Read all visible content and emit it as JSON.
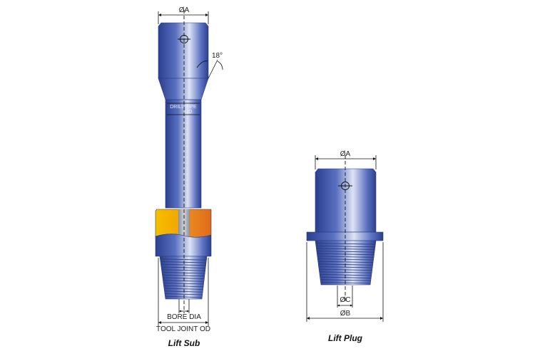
{
  "lift_sub": {
    "caption": "Lift Sub",
    "dim_a": "ØA",
    "angle": "18°",
    "drill_pipe_od_line1": "DRILL PIPE",
    "drill_pipe_od_line2": "OD",
    "bore_dia": "BORE DIA",
    "tool_joint_od": "TOOL JOINT OD"
  },
  "lift_plug": {
    "caption": "Lift Plug",
    "dim_a": "ØA",
    "dim_b": "ØB",
    "dim_c": "ØC"
  },
  "colors": {
    "steel_blue_dark": "#2b3f8f",
    "steel_blue_light": "#dde3f4",
    "tool_joint_yellow": "#f2b400",
    "tool_joint_orange": "#e8761c"
  }
}
